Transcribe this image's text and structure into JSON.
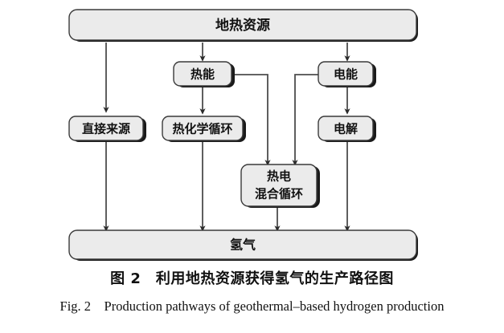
{
  "figure": {
    "caption_zh": "图 2　利用地热资源获得氢气的生产路径图",
    "caption_en": "Fig. 2 Production pathways of geothermal–based hydrogen production",
    "colors": {
      "box_fill": "#ebebeb",
      "box_stroke": "#3a3a3a",
      "box_shadow": "#1a1a1a",
      "connector": "#4d4d4d",
      "text": "#111111",
      "background": "#ffffff"
    }
  },
  "diagram": {
    "type": "flowchart",
    "nodes": [
      {
        "id": "geothermal-resource",
        "label": "地热资源",
        "lines": [
          "地热资源"
        ]
      },
      {
        "id": "thermal-energy",
        "label": "热能",
        "lines": [
          "热能"
        ]
      },
      {
        "id": "electric-energy",
        "label": "电能",
        "lines": [
          "电能"
        ]
      },
      {
        "id": "direct-source",
        "label": "直接来源",
        "lines": [
          "直接来源"
        ]
      },
      {
        "id": "thermochemical-cycle",
        "label": "热化学循环",
        "lines": [
          "热化学循环"
        ]
      },
      {
        "id": "electrolysis",
        "label": "电解",
        "lines": [
          "电解"
        ]
      },
      {
        "id": "hybrid-cycle",
        "label": "热电混合循环",
        "lines": [
          "热电",
          "混合循环"
        ]
      },
      {
        "id": "hydrogen",
        "label": "氢气",
        "lines": [
          "氢气"
        ]
      }
    ],
    "edges": [
      {
        "from": "geothermal-resource",
        "to": "direct-source"
      },
      {
        "from": "geothermal-resource",
        "to": "thermal-energy"
      },
      {
        "from": "geothermal-resource",
        "to": "electric-energy"
      },
      {
        "from": "thermal-energy",
        "to": "thermochemical-cycle"
      },
      {
        "from": "thermal-energy",
        "to": "hybrid-cycle"
      },
      {
        "from": "electric-energy",
        "to": "electrolysis"
      },
      {
        "from": "electric-energy",
        "to": "hybrid-cycle"
      },
      {
        "from": "direct-source",
        "to": "hydrogen"
      },
      {
        "from": "thermochemical-cycle",
        "to": "hydrogen"
      },
      {
        "from": "hybrid-cycle",
        "to": "hydrogen"
      },
      {
        "from": "electrolysis",
        "to": "hydrogen"
      }
    ]
  }
}
